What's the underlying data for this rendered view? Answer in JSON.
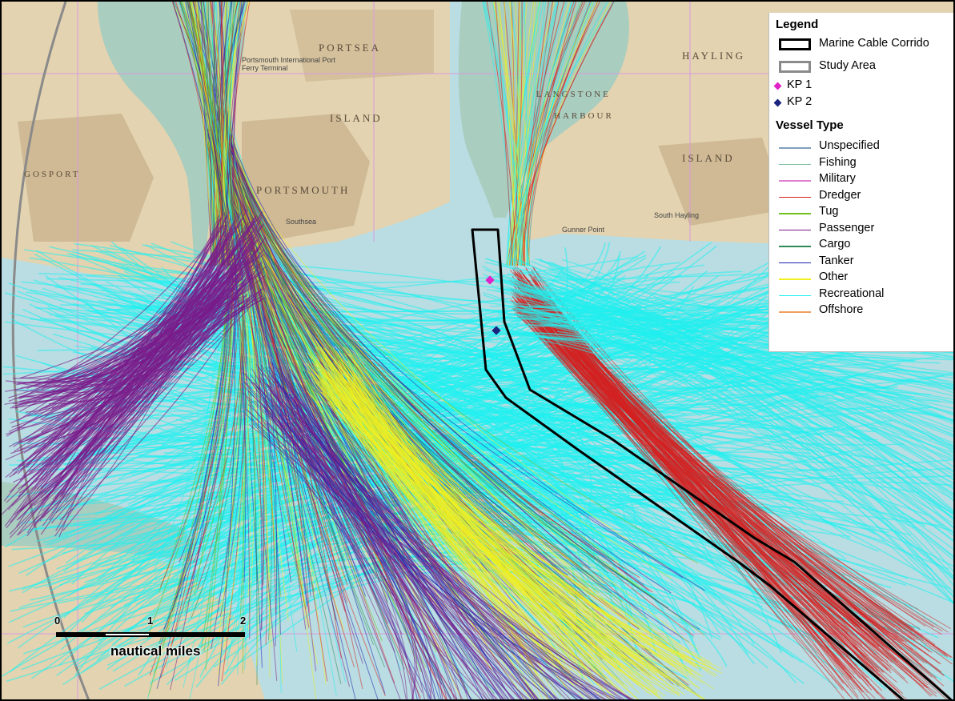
{
  "map": {
    "place_labels": {
      "portsea": "PORTSEA",
      "island": "ISLAND",
      "portsmouth": "PORTSMOUTH",
      "gosport": "GOSPORT",
      "hayling": "HAYLING",
      "hayling_island": "ISLAND",
      "langstone": "LANGSTONE",
      "harbour": "HARBOUR",
      "southsea": "Southsea",
      "gunner_point": "Gunner Point",
      "south_hayling": "South Hayling",
      "port_international": "Portsmouth International Port Ferry Terminal"
    },
    "colors": {
      "land": "#e3d3b0",
      "built_up": "#c9b48e",
      "sea": "#b9dde2",
      "mudflat": "#a9cdbf",
      "corridor": "#000000"
    }
  },
  "legend": {
    "title": "Legend",
    "corridor_label": "Marine Cable Corrido",
    "study_area_label": "Study Area",
    "kp1_label": "KP 1",
    "kp2_label": "KP 2",
    "kp1_color": "#e020c8",
    "kp2_color": "#1a237e",
    "vessel_type_title": "Vessel Type",
    "vessel_types": [
      {
        "label": "Unspecified",
        "color": "#7f9fbf"
      },
      {
        "label": "Fishing",
        "color": "#7fbfa0"
      },
      {
        "label": "Military",
        "color": "#e080d0"
      },
      {
        "label": "Dredger",
        "color": "#d62020"
      },
      {
        "label": "Tug",
        "color": "#70c020"
      },
      {
        "label": "Passenger",
        "color": "#7a1a8a"
      },
      {
        "label": "Cargo",
        "color": "#2e8b57"
      },
      {
        "label": "Tanker",
        "color": "#2020b0"
      },
      {
        "label": "Other",
        "color": "#f0f020"
      },
      {
        "label": "Recreational",
        "color": "#20f0f0"
      },
      {
        "label": "Offshore",
        "color": "#f0a060"
      }
    ]
  },
  "scalebar": {
    "ticks": [
      "0",
      "1",
      "2"
    ],
    "units": "nautical miles"
  }
}
